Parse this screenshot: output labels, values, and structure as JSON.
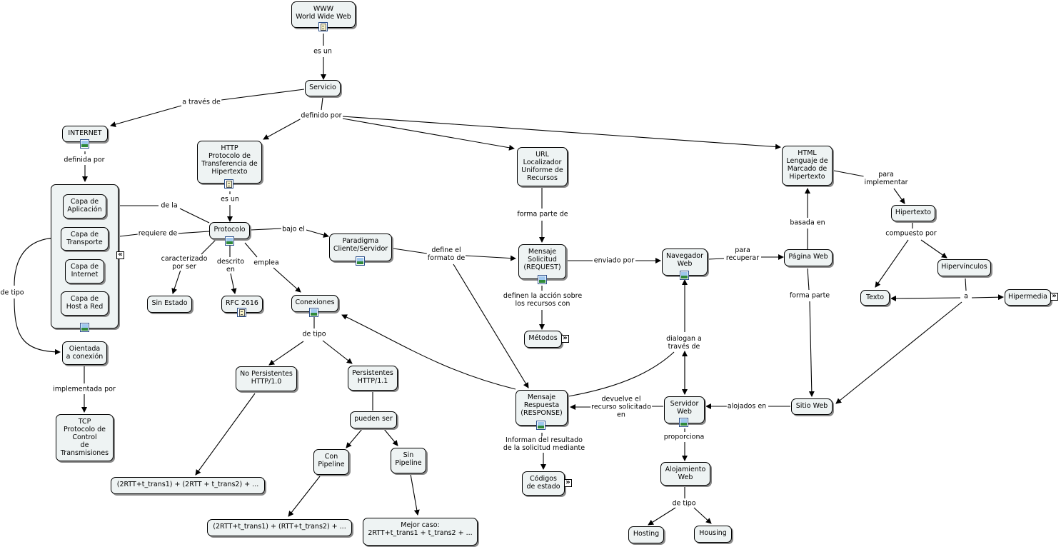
{
  "nodes": {
    "www": "WWW\nWorld Wide Web",
    "servicio": "Servicio",
    "internet": "INTERNET",
    "http": "HTTP\nProtocolo de\nTransferencia de\nHipertexto",
    "url": "URL\nLocalizador\nUniforme de\nRecursos",
    "html": "HTML\nLenguaje de\nMarcado de\nHipertexto",
    "capa_aplicacion": "Capa de\nAplicación",
    "capa_transporte": "Capa de\nTransporte",
    "capa_internet": "Capa de\nInternet",
    "capa_host": "Capa de\nHost a Red",
    "protocolo": "Protocolo",
    "paradigma": "Paradigma\nCliente/Servidor",
    "mensaje_solicitud": "Mensaje\nSolicitud\n(REQUEST)",
    "navegador": "Navegador\nWeb",
    "pagina_web": "Página Web",
    "hipertexto": "Hipertexto",
    "hipervinculos": "Hipervínculos",
    "texto": "Texto",
    "hipermedia": "Hipermedia",
    "sin_estado": "Sin Estado",
    "rfc": "RFC 2616",
    "conexiones": "Conexiones",
    "metodos": "Métodos",
    "orientada": "Oientada\na conexión",
    "no_persistentes": "No Persistentes\nHTTP/1.0",
    "persistentes": "Persistentes\nHTTP/1.1",
    "pueden_ser": "pueden ser",
    "con_pipeline": "Con\nPipeline",
    "sin_pipeline": "Sin\nPipeline",
    "mensaje_respuesta": "Mensaje\nRespuesta\n(RESPONSE)",
    "servidor": "Servidor\nWeb",
    "sitio_web": "Sitio Web",
    "tcp": "TCP\nProtocolo de\nControl\nde\nTransmisiones",
    "formula_np": "(2RTT+t_trans1) + (2RTT + t_trans2) + ...",
    "formula_cp": "(2RTT+t_trans1) + (RTT+t_trans2) + ...",
    "mejor_caso": "Mejor caso:\n2RTT+t_trans1 + t_trans2 + ...",
    "codigos": "Códigos\nde estado",
    "alojamiento": "Alojamiento\nWeb",
    "hosting": "Hosting",
    "housing": "Housing"
  },
  "links": {
    "es_un_1": "es un",
    "a_traves_de": "a través de",
    "definido_por": "definido por",
    "definida_por": "definida por",
    "es_un_2": "es un",
    "de_la": "de la",
    "requiere_de": "requiere de",
    "bajo_el": "bajo el",
    "caracterizado": "caracterizado\npor ser",
    "descrito_en": "descrito\nen",
    "emplea": "emplea",
    "define_formato": "define el\nformato de",
    "forma_parte_de": "forma parte de",
    "enviado_por": "enviado por",
    "para_recuperar": "para\nrecuperar",
    "basada_en": "basada en",
    "para_implementar": "para\nimplementar",
    "compuesto_por": "compuesto por",
    "a": "a",
    "de_tipo_1": "de tipo",
    "de_tipo_2": "de tipo",
    "definen_accion": "definen la acción sobre\nlos recursos con",
    "forma_parte": "forma parte",
    "dialogan": "dialogan a\ntravés de",
    "implementada_por": "implementada por",
    "devuelve": "devuelve el\nrecurso solicitado\nen",
    "alojados_en": "alojados en",
    "informan": "Informan del resultado\nde la solicitud mediante",
    "proporciona": "proporciona",
    "de_tipo_3": "de tipo"
  }
}
